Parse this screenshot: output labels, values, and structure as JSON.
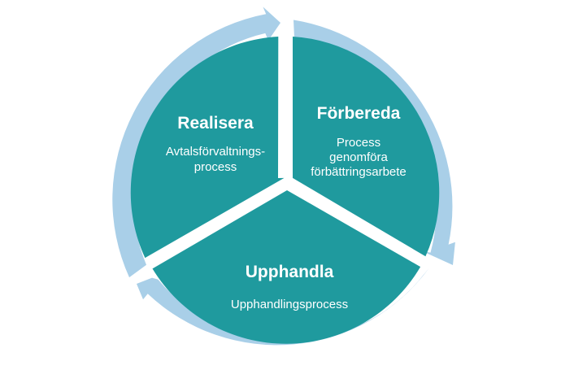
{
  "colors": {
    "segment_fill": "#1f9a9e",
    "ring_arrow": "#a9cfe8",
    "background": "#ffffff",
    "text": "#ffffff"
  },
  "segments": {
    "realisera": {
      "title": "Realisera",
      "line1": "Avtalsförvaltnings-",
      "line2": "process"
    },
    "forbereda": {
      "title": "Förbereda",
      "line1": "Process",
      "line2": "genomföra",
      "line3": "förbättringsarbete"
    },
    "upphandla": {
      "title": "Upphandla",
      "line1": "Upphandlingsprocess"
    }
  }
}
